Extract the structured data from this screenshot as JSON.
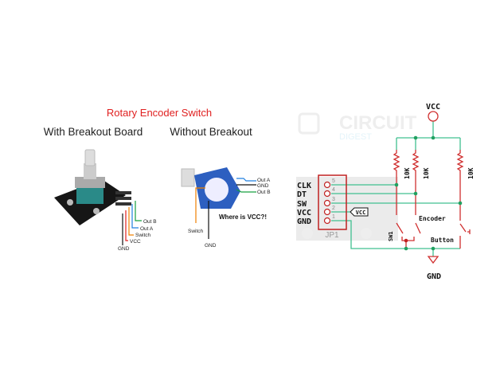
{
  "title": "Rotary Encoder Switch",
  "left_panel": {
    "heading": "With Breakout Board",
    "wires": [
      "Out B",
      "Out A",
      "Switch",
      "VCC",
      "GND"
    ]
  },
  "middle_panel": {
    "heading": "Without Breakout",
    "wires": [
      "Out A",
      "GND",
      "Out B",
      "Switch",
      "GND"
    ],
    "question": "Where is VCC?!"
  },
  "schematic": {
    "watermark": [
      "CIRCUIT",
      "DIGEST"
    ],
    "header_name": "JP1",
    "pins": [
      {
        "label": "CLK",
        "num": "5"
      },
      {
        "label": "DT",
        "num": "4"
      },
      {
        "label": "SW",
        "num": "3"
      },
      {
        "label": "VCC",
        "num": "2"
      },
      {
        "label": "GND",
        "num": "1"
      }
    ],
    "vcc_tag": "VCC",
    "vcc_label": "VCC",
    "gnd_label": "GND",
    "resistors": [
      "10K",
      "10K",
      "10K"
    ],
    "sw_label": "SW1",
    "encoder_label": "Encoder",
    "button_label": "Button"
  },
  "colors": {
    "title": "#e02020",
    "wire": "#40c090",
    "part": "#d03030"
  }
}
